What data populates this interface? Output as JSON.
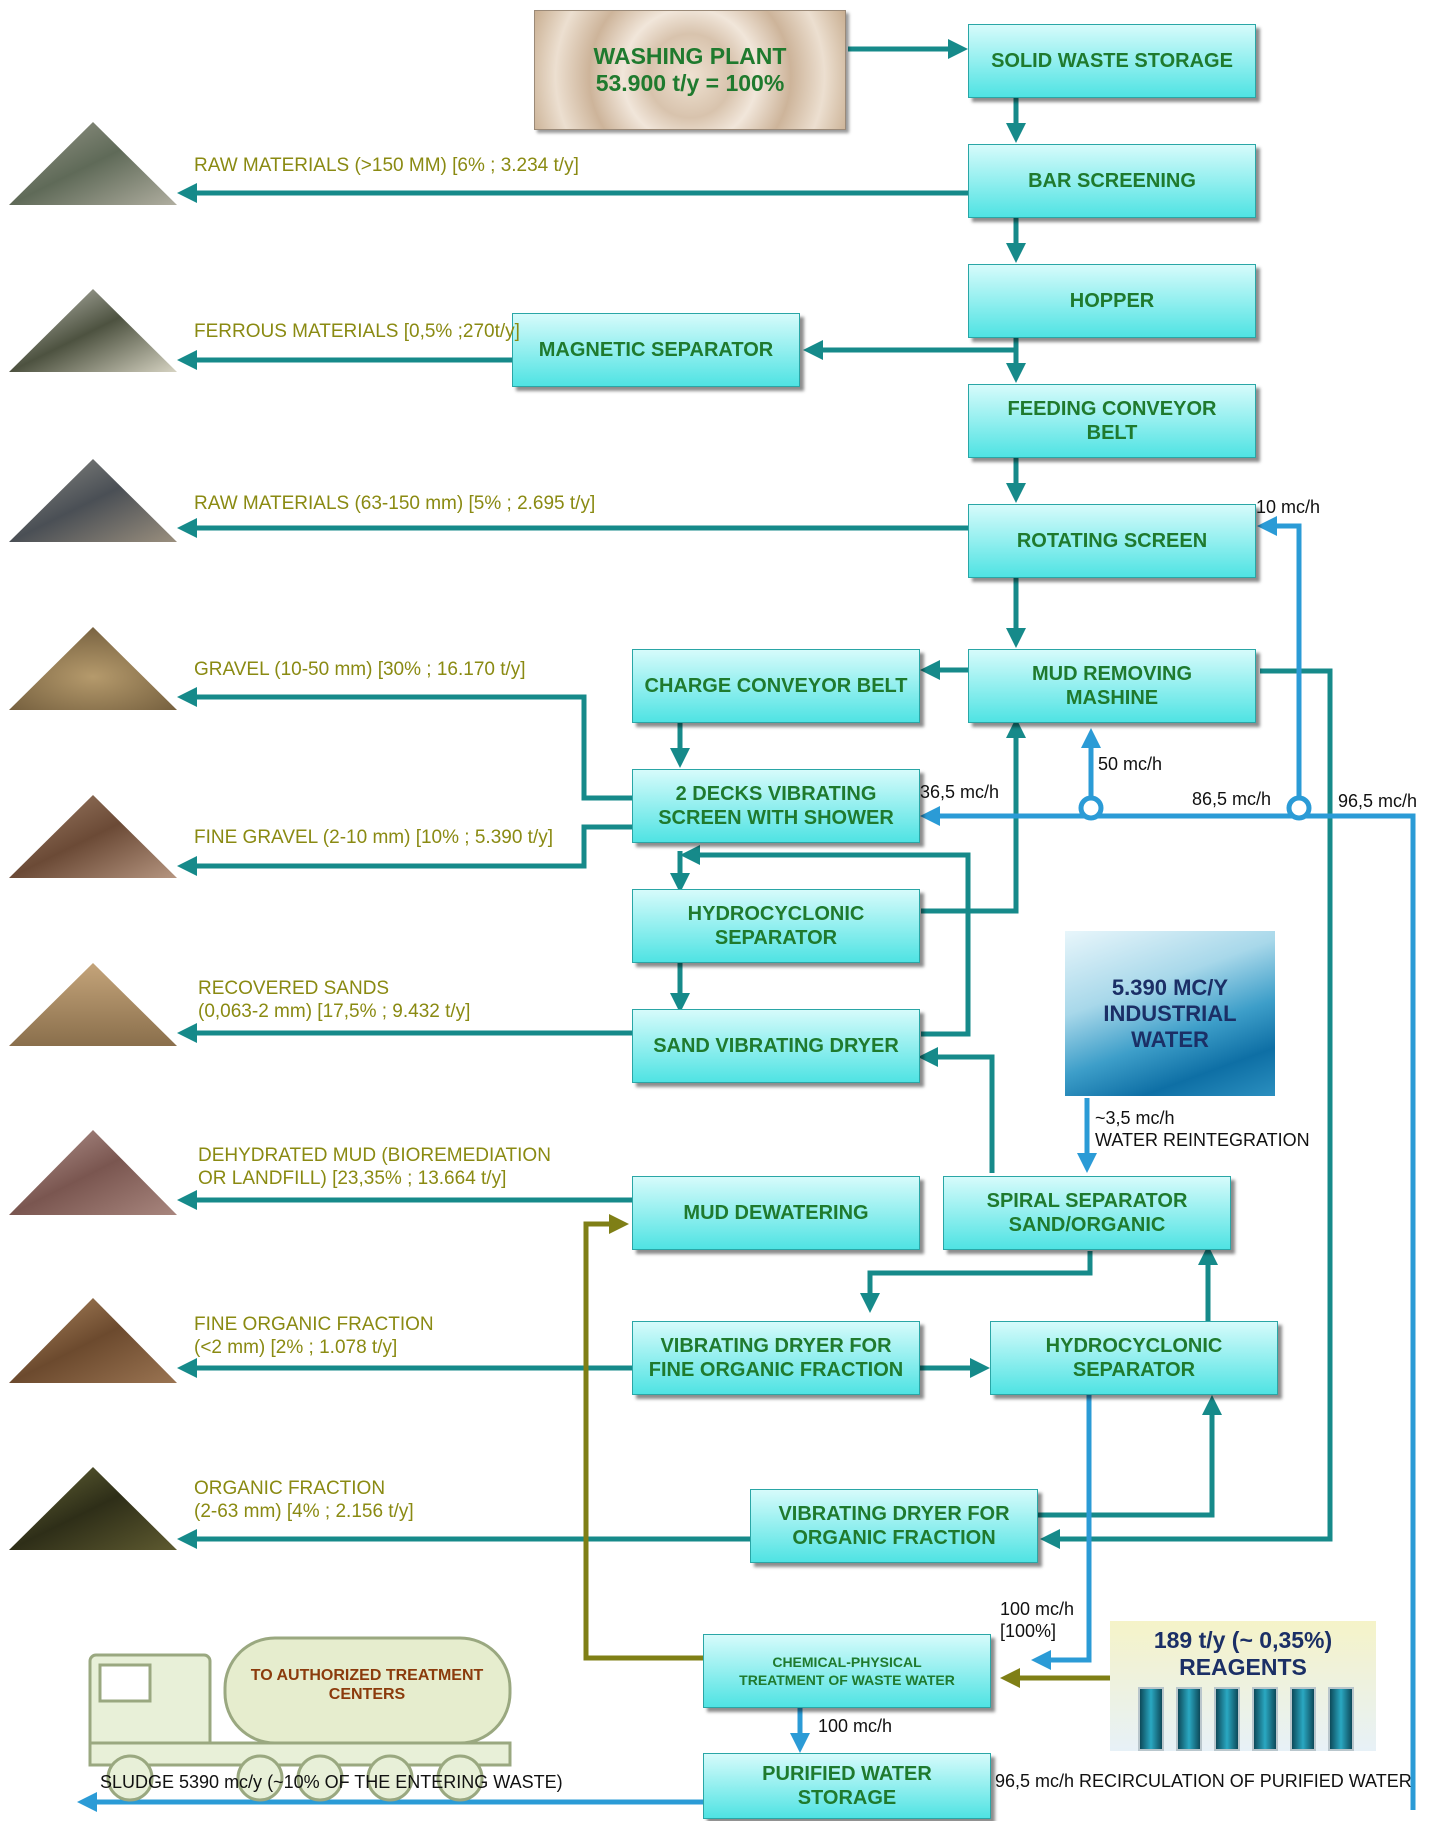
{
  "source": {
    "line1": "WASHING PLANT",
    "line2": "53.900 t/y = 100%"
  },
  "boxes": {
    "solid_waste_storage": "SOLID WASTE STORAGE",
    "bar_screening": "BAR SCREENING",
    "hopper": "HOPPER",
    "magnetic_separator": "MAGNETIC SEPARATOR",
    "feeding_conveyor_belt": "FEEDING CONVEYOR\nBELT",
    "rotating_screen": "ROTATING SCREEN",
    "mud_removing_machine": "MUD REMOVING\nMASHINE",
    "charge_conveyor_belt": "CHARGE CONVEYOR BELT",
    "vibrating_screen": "2 DECKS VIBRATING\nSCREEN WITH SHOWER",
    "hydrocyclonic_separator_1": "HYDROCYCLONIC\nSEPARATOR",
    "sand_vibrating_dryer": "SAND VIBRATING DRYER",
    "mud_dewatering": "MUD DEWATERING",
    "spiral_separator": "SPIRAL SEPARATOR\nSAND/ORGANIC",
    "vibrating_dryer_fine": "VIBRATING DRYER FOR\nFINE ORGANIC FRACTION",
    "hydrocyclonic_separator_2": "HYDROCYCLONIC\nSEPARATOR",
    "vibrating_dryer_organic": "VIBRATING DRYER FOR\nORGANIC FRACTION",
    "chemical_physical": "CHEMICAL-PHYSICAL\nTREATMENT OF WASTE WATER",
    "purified_water_storage": "PURIFIED WATER\nSTORAGE"
  },
  "outputs": {
    "raw_large": "RAW MATERIALS (>150 MM) [6% ; 3.234 t/y]",
    "ferrous": "FERROUS MATERIALS [0,5% ;270t/y]",
    "raw_medium": "RAW MATERIALS (63-150 mm) [5% ; 2.695 t/y]",
    "gravel": "GRAVEL (10-50 mm) [30% ; 16.170 t/y]",
    "fine_gravel": "FINE GRAVEL (2-10 mm) [10% ; 5.390 t/y]",
    "recovered_sands": "RECOVERED SANDS\n(0,063-2 mm) [17,5% ; 9.432 t/y]",
    "dehydrated_mud": "DEHYDRATED MUD (BIOREMEDIATION\nOR LANDFILL) [23,35% ; 13.664 t/y]",
    "fine_organic": "FINE ORGANIC FRACTION\n(<2 mm) [2% ; 1.078 t/y]",
    "organic": "ORGANIC FRACTION\n(2-63 mm) [4% ; 2.156 t/y]",
    "sludge": "SLUDGE 5390 mc/y (~10% OF THE ENTERING WASTE)"
  },
  "flows": {
    "f10": "10 mc/h",
    "f36": "36,5 mc/h",
    "f50": "50 mc/h",
    "f86": "86,5 mc/h",
    "f96": "96,5 mc/h",
    "water_reintegration": "~3,5 mc/h\nWATER REINTEGRATION",
    "f100a": "100 mc/h\n[100%]",
    "f100b": "100 mc/h",
    "recirculation": "96,5 mc/h RECIRCULATION OF PURIFIED WATER"
  },
  "industrial_water": "5.390 MC/Y\nINDUSTRIAL\nWATER",
  "reagents": "189 t/y (~ 0,35%)\nREAGENTS",
  "truck": "TO AUTHORIZED TREATMENT\nCENTERS",
  "colors": {
    "process": "#168a8a",
    "water": "#2b9bd6",
    "sludge": "#7f7f16",
    "label": "#8a8a12",
    "box_text": "#1f7a2e"
  }
}
